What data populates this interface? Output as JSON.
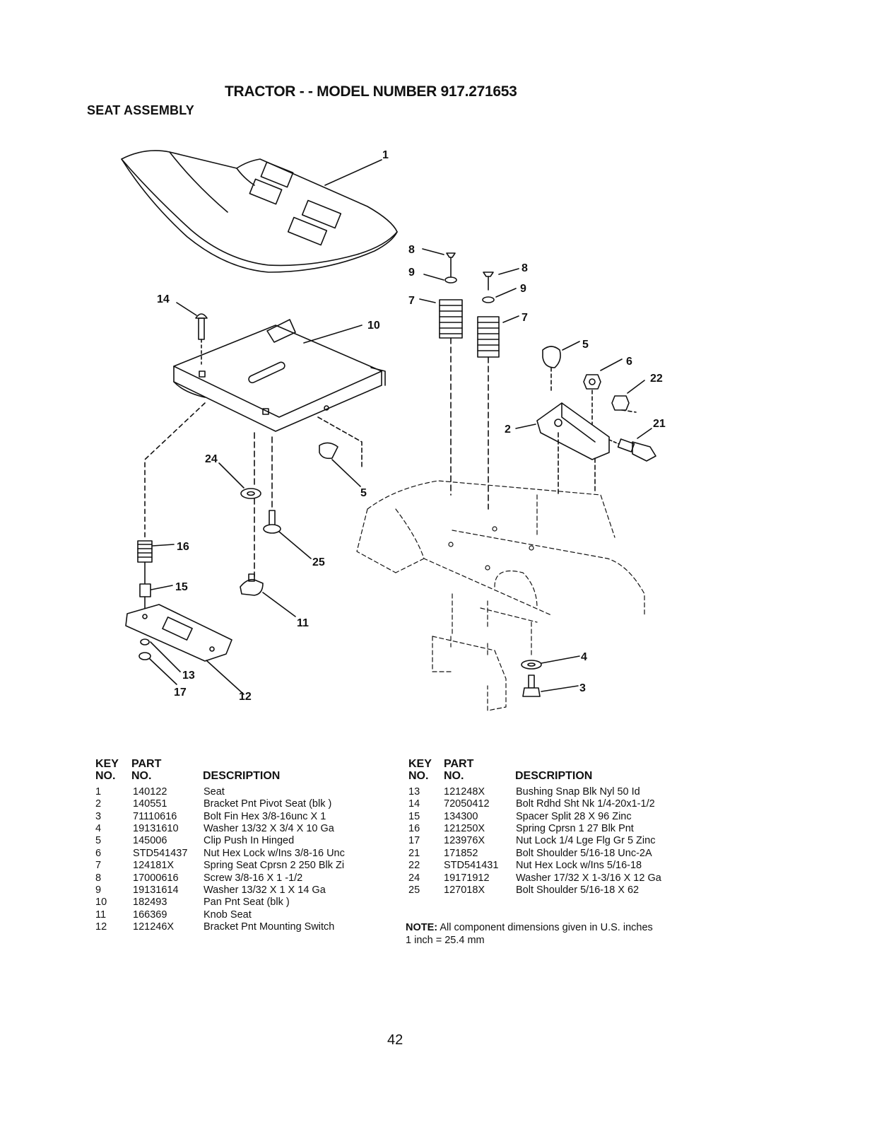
{
  "header": {
    "title": "TRACTOR - - MODEL NUMBER 917.271653",
    "subtitle": "SEAT ASSEMBLY"
  },
  "diagram": {
    "callouts": [
      "1",
      "14",
      "10",
      "8",
      "9",
      "7",
      "8",
      "9",
      "7",
      "5",
      "6",
      "22",
      "21",
      "2",
      "24",
      "5",
      "16",
      "25",
      "15",
      "11",
      "13",
      "17",
      "12",
      "4",
      "3"
    ]
  },
  "parts_table": {
    "headers": {
      "key_line1": "KEY",
      "key_line2": "NO.",
      "part_line1": "PART",
      "part_line2": "NO.",
      "description": "DESCRIPTION"
    },
    "left": [
      {
        "key": "1",
        "part": "140122",
        "desc": "Seat"
      },
      {
        "key": "2",
        "part": "140551",
        "desc": "Bracket Pnt Pivot Seat (blk )"
      },
      {
        "key": "3",
        "part": "71110616",
        "desc": "Bolt Fin Hex 3/8-16unc X 1"
      },
      {
        "key": "4",
        "part": "19131610",
        "desc": "Washer 13/32 X 3/4 X 10 Ga"
      },
      {
        "key": "5",
        "part": "145006",
        "desc": "Clip Push In Hinged"
      },
      {
        "key": "6",
        "part": "STD541437",
        "desc": "Nut Hex Lock w/Ins 3/8-16 Unc"
      },
      {
        "key": "7",
        "part": "124181X",
        "desc": "Spring Seat Cprsn 2 250 Blk Zi"
      },
      {
        "key": "8",
        "part": "17000616",
        "desc": "Screw 3/8-16 X 1 -1/2"
      },
      {
        "key": "9",
        "part": "19131614",
        "desc": "Washer 13/32 X 1 X 14 Ga"
      },
      {
        "key": "10",
        "part": "182493",
        "desc": "Pan Pnt Seat (blk )"
      },
      {
        "key": "11",
        "part": "166369",
        "desc": "Knob Seat"
      },
      {
        "key": "12",
        "part": "121246X",
        "desc": "Bracket Pnt Mounting Switch"
      }
    ],
    "right": [
      {
        "key": "13",
        "part": "121248X",
        "desc": "Bushing Snap Blk Nyl 50 Id"
      },
      {
        "key": "14",
        "part": "72050412",
        "desc": "Bolt Rdhd Sht Nk 1/4-20x1-1/2"
      },
      {
        "key": "15",
        "part": "134300",
        "desc": "Spacer Split 28 X 96 Zinc"
      },
      {
        "key": "16",
        "part": "121250X",
        "desc": "Spring Cprsn 1 27 Blk Pnt"
      },
      {
        "key": "17",
        "part": "123976X",
        "desc": "Nut Lock 1/4 Lge Flg Gr 5 Zinc"
      },
      {
        "key": "21",
        "part": "171852",
        "desc": "Bolt Shoulder 5/16-18 Unc-2A"
      },
      {
        "key": "22",
        "part": "STD541431",
        "desc": "Nut Hex Lock w/Ins 5/16-18"
      },
      {
        "key": "24",
        "part": "19171912",
        "desc": "Washer 17/32 X 1-3/16 X 12 Ga"
      },
      {
        "key": "25",
        "part": "127018X",
        "desc": "Bolt Shoulder 5/16-18 X 62"
      }
    ]
  },
  "note": {
    "label": "NOTE:",
    "line1": "All component dimensions given in U.S. inches",
    "line2": "1 inch = 25.4 mm"
  },
  "page_number": "42"
}
